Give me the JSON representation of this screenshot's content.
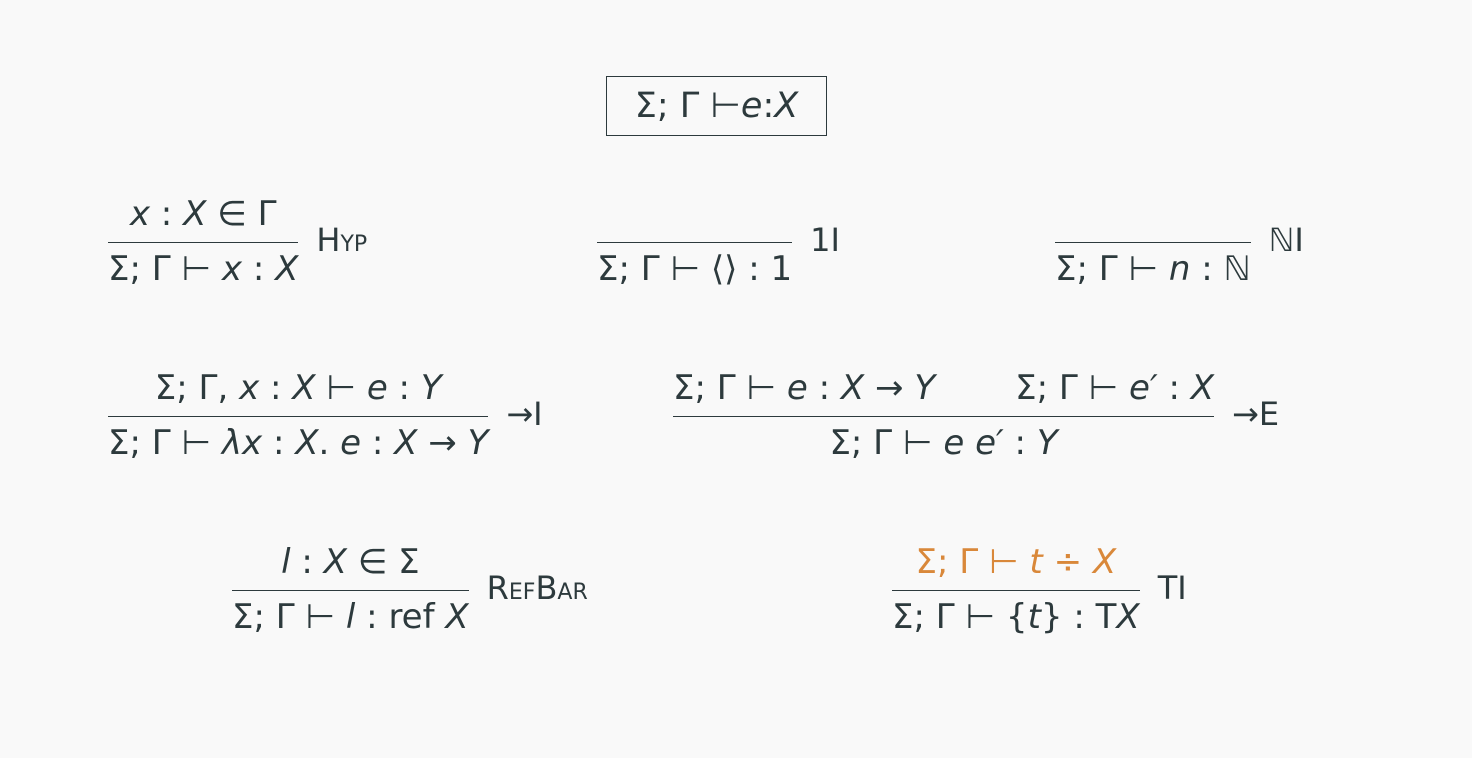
{
  "judgment": {
    "prefix": "Σ; Γ ⊢ ",
    "e": "e",
    "colon": " : ",
    "X": "X"
  },
  "rules": {
    "hyp": {
      "premise": [
        "x",
        " : ",
        "X",
        " ∈ Γ"
      ],
      "conclusion": [
        "Σ; Γ ⊢ ",
        "x",
        " : ",
        "X"
      ],
      "name": "Hyp"
    },
    "unit_intro": {
      "conclusion": "Σ; Γ ⊢ ⟨⟩ : 1",
      "name": "1I"
    },
    "nat_intro": {
      "conclusion_prefix": "Σ; Γ ⊢ ",
      "n": "n",
      "conclusion_suffix": " : ℕ",
      "name": "ℕI"
    },
    "arrow_intro": {
      "premise_prefix": "Σ; Γ, ",
      "premise_x": "x",
      "premise_mid": " : ",
      "premise_X": "X",
      "premise_turn": " ⊢ ",
      "premise_e": "e",
      "premise_colon": " : ",
      "premise_Y": "Y",
      "conclusion_prefix": "Σ; Γ ⊢ ",
      "conclusion_lam": "λx",
      "conclusion_colon1": " : ",
      "conclusion_X1": "X",
      "conclusion_dot": ". ",
      "conclusion_e": "e",
      "conclusion_colon2": " : ",
      "conclusion_X2": "X",
      "conclusion_arrow": " → ",
      "conclusion_Y": "Y",
      "name": "→I"
    },
    "arrow_elim": {
      "premise1_prefix": "Σ; Γ ⊢ ",
      "premise1_e": "e",
      "premise1_colon": " : ",
      "premise1_X": "X",
      "premise1_arrow": " → ",
      "premise1_Y": "Y",
      "premise2_prefix": "Σ; Γ ⊢ ",
      "premise2_e": "e′",
      "premise2_colon": " : ",
      "premise2_X": "X",
      "conclusion_prefix": "Σ; Γ ⊢ ",
      "conclusion_e": "e e′",
      "conclusion_colon": " : ",
      "conclusion_Y": "Y",
      "name": "→E"
    },
    "refbar": {
      "premise_l": "l",
      "premise_mid": " : ",
      "premise_X": "X",
      "premise_suffix": " ∈ Σ",
      "conclusion_prefix": "Σ; Γ ⊢ ",
      "conclusion_l": "l",
      "conclusion_mid": " : ref ",
      "conclusion_X": "X",
      "name": "RefBar"
    },
    "t_intro": {
      "premise_prefix": "Σ; Γ ⊢ ",
      "premise_t": "t",
      "premise_op": " ÷ ",
      "premise_X": "X",
      "conclusion_prefix": "Σ; Γ ⊢ {",
      "conclusion_t": "t",
      "conclusion_mid": "} : T",
      "conclusion_X": "X",
      "name": "TI"
    }
  },
  "colors": {
    "text": "#2d3a3d",
    "highlight": "#d9883a",
    "background": "#f9f9f9"
  }
}
